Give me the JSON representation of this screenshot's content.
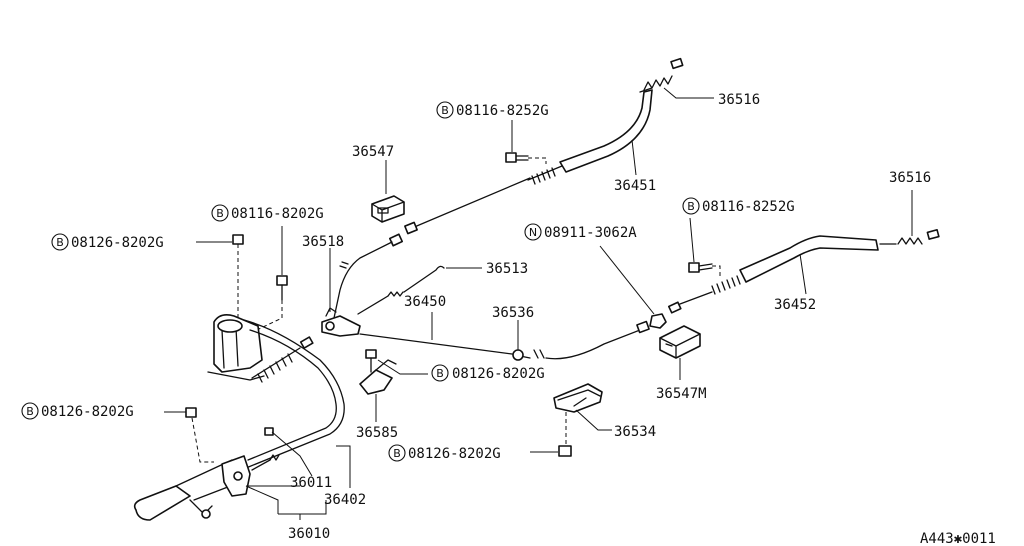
{
  "labels": {
    "p36516_top": "36516",
    "b_08116_8252G_top": "08116-8252G",
    "p36547": "36547",
    "p36451": "36451",
    "p36516_right": "36516",
    "b_08116_8202G": "08116-8202G",
    "b_08126_8202G_a": "08126-8202G",
    "p36518": "36518",
    "p36513": "36513",
    "n_08911_3062A": "08911-3062A",
    "b_08116_8252G_right": "08116-8252G",
    "p36450": "36450",
    "p36452": "36452",
    "p36536": "36536",
    "b_08126_8202G_b": "08126-8202G",
    "p36547M": "36547M",
    "b_08126_8202G_c": "08126-8202G",
    "p36585": "36585",
    "p36534": "36534",
    "p36011": "36011",
    "p36402": "36402",
    "b_08126_8202G_d": "08126-8202G",
    "p36010": "36010",
    "figure_code": "A443✱0011"
  },
  "badges": {
    "bolt": "B",
    "nut": "N"
  }
}
